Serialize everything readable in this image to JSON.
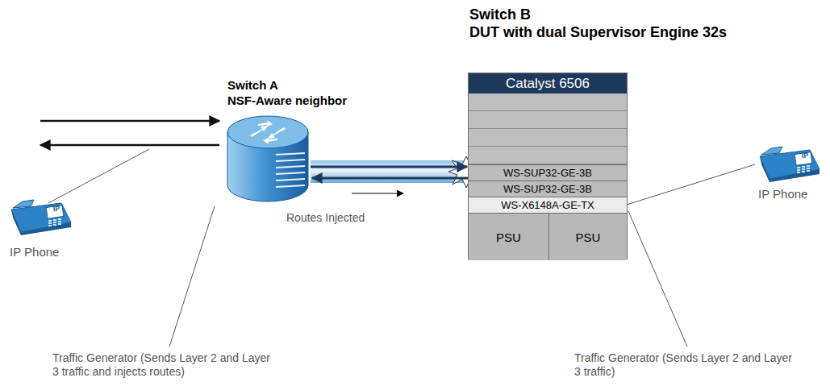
{
  "diagram": {
    "nodes": [
      {
        "text": [
          "Switch A",
          "NSF-Aware neighbor"
        ]
      },
      {
        "text": [
          "Switch B",
          "DUT with dual Supervisor Engine 32s"
        ]
      },
      {
        "text": [
          "Catalyst 6506"
        ],
        "in": 1
      },
      {
        "text": [
          "WS-SUP32-GE-3B"
        ],
        "in": 1
      },
      {
        "text": [
          "WS-SUP32-GE-3B"
        ],
        "in": 1
      },
      {
        "text": [
          "WS-X6148A-GE-TX"
        ],
        "in": 1
      },
      {
        "text": [
          "PSU"
        ],
        "in": 1
      },
      {
        "text": [
          "PSU"
        ],
        "in": 1
      },
      {
        "text": [
          "IP",
          "IP Phone"
        ]
      },
      {
        "text": [
          "IP",
          "IP Phone"
        ]
      }
    ],
    "edges": [
      {
        "from": 0,
        "to": 3,
        "arrow": "to"
      },
      {
        "from": 3,
        "to": 0,
        "arrow": "to"
      },
      {
        "from": 5,
        "to": 9,
        "arrow": "none"
      }
    ],
    "labels": [
      "Routes Injected",
      "Traffic Generator (Sends Layer 2 and Layer 3 traffic and injects routes)",
      "Traffic Generator (Sends Layer 2 and Layer 3 traffic)"
    ]
  }
}
